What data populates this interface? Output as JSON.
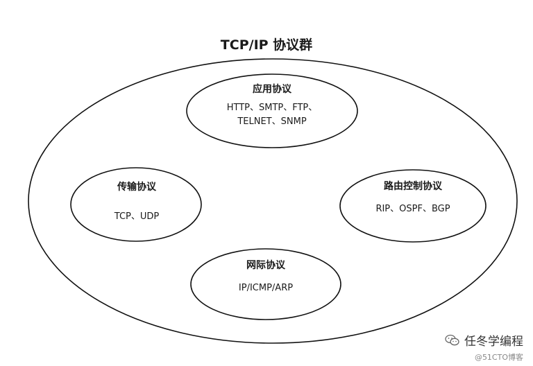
{
  "title": "TCP/IP 协议群",
  "groups": {
    "application": {
      "name": "应用协议",
      "line1": "HTTP、SMTP、FTP、",
      "line2": "TELNET、SNMP"
    },
    "transport": {
      "name": "传输协议",
      "detail": "TCP、UDP"
    },
    "routing": {
      "name": "路由控制协议",
      "detail": "RIP、OSPF、BGP"
    },
    "network": {
      "name": "网际协议",
      "detail": "IP/ICMP/ARP"
    }
  },
  "watermark": {
    "main": "任冬学编程",
    "sub": "@51CTO博客",
    "icon": "wechat-icon"
  }
}
